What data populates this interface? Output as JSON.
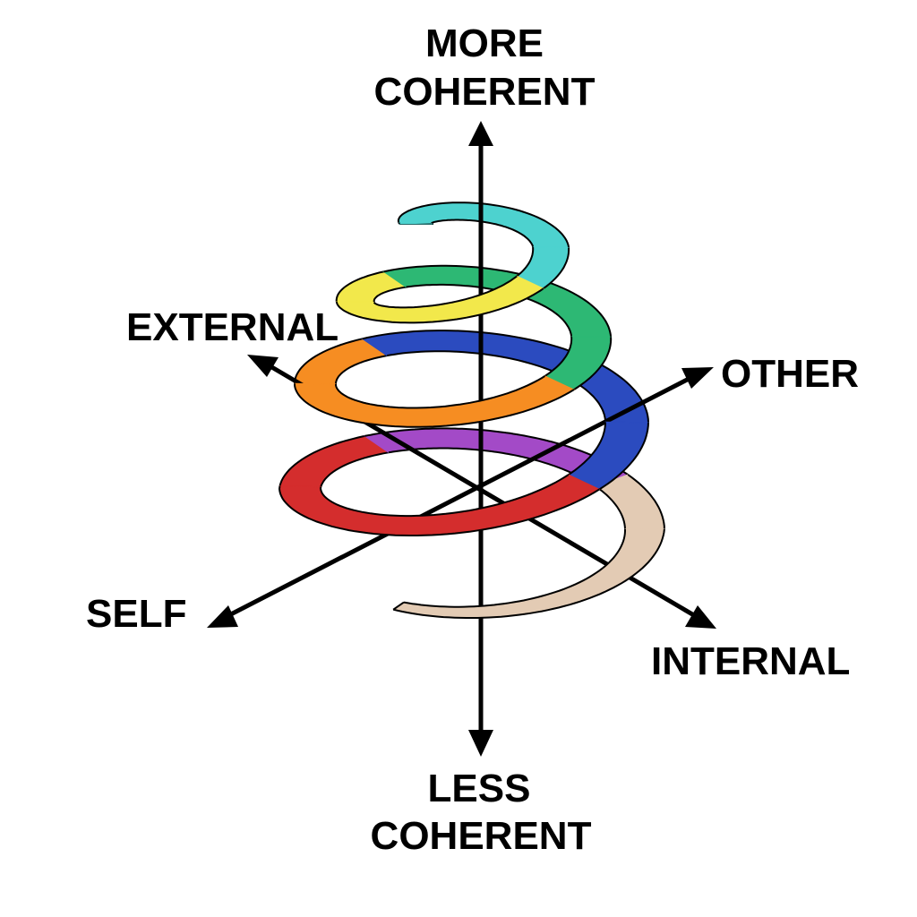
{
  "diagram": {
    "title": "Coherence spiral",
    "axes": {
      "vertical_top_line1": "MORE",
      "vertical_top_line2": "COHERENT",
      "vertical_bottom_line1": "LESS",
      "vertical_bottom_line2": "COHERENT",
      "diag1_upper_left": "EXTERNAL",
      "diag1_lower_right": "INTERNAL",
      "diag2_upper_right": "OTHER",
      "diag2_lower_left": "SELF"
    },
    "spiral_segments": [
      {
        "name": "cyan",
        "color": "#4dd2cf"
      },
      {
        "name": "yellow",
        "color": "#f2e84b"
      },
      {
        "name": "green",
        "color": "#2db874"
      },
      {
        "name": "orange",
        "color": "#f68d22"
      },
      {
        "name": "blue",
        "color": "#2b4bbf"
      },
      {
        "name": "red",
        "color": "#d42d2d"
      },
      {
        "name": "purple",
        "color": "#a34ac7"
      },
      {
        "name": "tan",
        "color": "#e3cbb4"
      }
    ]
  }
}
